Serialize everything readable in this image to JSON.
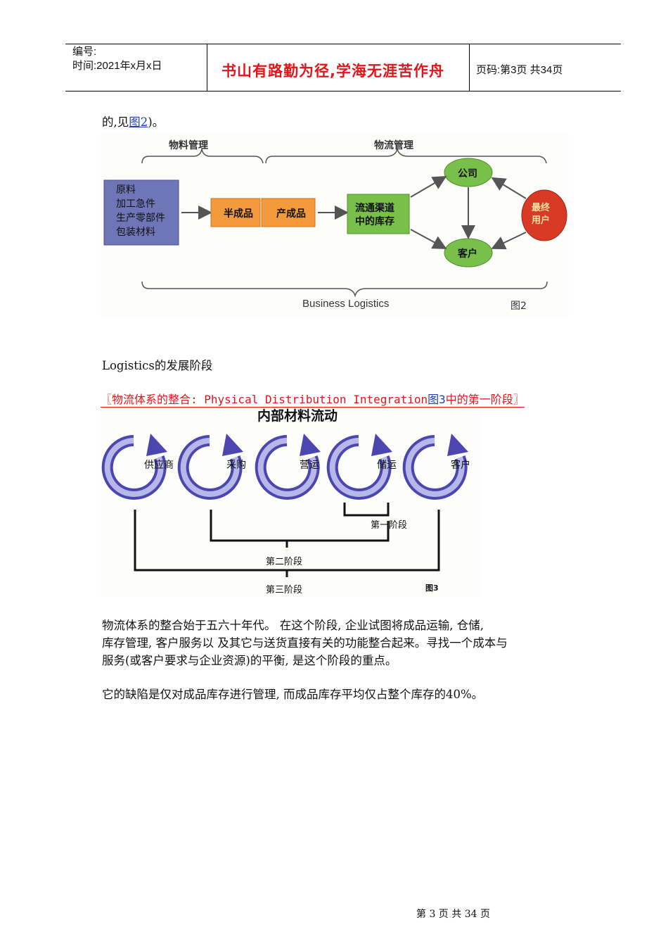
{
  "header": {
    "number_label": "编号:",
    "time_label": "时间:2021年x月x日",
    "motto": "书山有路勤为径,学海无涯苦作舟",
    "page_info": "页码:第3页  共34页"
  },
  "intro_text": "的,见",
  "intro_link": "图2",
  "intro_end": ")。",
  "figure2": {
    "brace_left": "物料管理",
    "brace_right": "物流管理",
    "materials": [
      "原料",
      "加工急件",
      "生产零部件",
      "包装材料"
    ],
    "semi": "半成品",
    "finished": "产成品",
    "channel_line1": "流通渠道",
    "channel_line2": "中的库存",
    "company": "公司",
    "customer": "客户",
    "end_user_line1": "最终",
    "end_user_line2": "用户",
    "bottom_label": "Business Logistics",
    "fig_label": "图2",
    "colors": {
      "purple": "#6f76b8",
      "orange": "#f59a3c",
      "green": "#78c04a",
      "red": "#d83a26"
    }
  },
  "section_title": "Logistics的发展阶段",
  "red_heading": {
    "prefix": "〖物流体系的整合: Physical Distribution Integration",
    "link": "图3",
    "suffix": "中的第一阶段〗"
  },
  "figure3": {
    "title": "内部材料流动",
    "circles": [
      "供应商",
      "采购",
      "营运",
      "储运",
      "客户"
    ],
    "stage1": "第一阶段",
    "stage2": "第二阶段",
    "stage3": "第三阶段",
    "fig_label": "图3"
  },
  "body": {
    "p1_line1": "物流体系的整合始于五六十年代。  在这个阶段,  企业试图将成品运输,  仓储,",
    "p1_line2": "库存管理,  客户服务以 及其它与送货直接有关的功能整合起来。寻找一个成本与",
    "p1_line3": "服务(或客户要求与企业资源)的平衡,  是这个阶段的重点。",
    "p2": "它的缺陷是仅对成品库存进行管理,  而成品库存平均仅占整个库存的40%。"
  },
  "footer": "第 3 页 共 34 页"
}
